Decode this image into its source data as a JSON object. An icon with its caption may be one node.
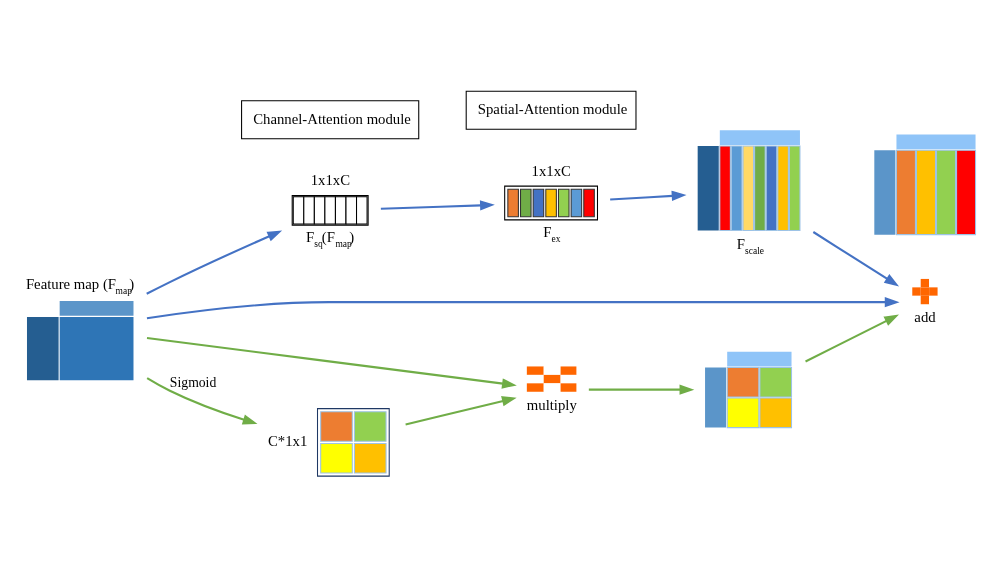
{
  "diagram": {
    "nodes": [
      {
        "text": [
          "Feature map (F$_{map}$)"
        ]
      },
      {
        "text": [
          "1x1xC",
          "F$_{sq}$(F$_{map}$)"
        ]
      },
      {
        "text": [
          "1x1xC",
          "F$_{ex}$"
        ]
      },
      {
        "text": [
          "F$_{scale}$"
        ]
      },
      {
        "text": [
          "add"
        ]
      },
      {
        "text": [],
        "shape": "cube"
      },
      {
        "text": [
          "multiply"
        ]
      },
      {
        "text": [],
        "shape": "cube"
      },
      {
        "text": [],
        "shape": "box",
        "beside": [
          "C*1x1"
        ]
      },
      {
        "text": [
          "Channel-Attention module"
        ]
      },
      {
        "text": [
          "Spatial-Attention module"
        ]
      }
    ],
    "edges": [
      {
        "from": 0,
        "to": 1,
        "arrow": "to"
      },
      {
        "from": 1,
        "to": 2,
        "arrow": "to"
      },
      {
        "from": 2,
        "to": 3,
        "arrow": "to"
      },
      {
        "from": 3,
        "to": 4,
        "arrow": "to"
      },
      {
        "from": 0,
        "to": 4,
        "arrow": "to"
      },
      {
        "from": 0,
        "to": 6,
        "arrow": "to",
        "color": "#70ad47"
      },
      {
        "from": 0,
        "to": 8,
        "arrow": "to",
        "label": "Sigmoid",
        "color": "#70ad47"
      },
      {
        "from": 8,
        "to": 6,
        "arrow": "to",
        "color": "#70ad47"
      },
      {
        "from": 6,
        "to": 7,
        "arrow": "to",
        "color": "#70ad47"
      },
      {
        "from": 7,
        "to": 4,
        "arrow": "to",
        "color": "#70ad47"
      }
    ]
  }
}
